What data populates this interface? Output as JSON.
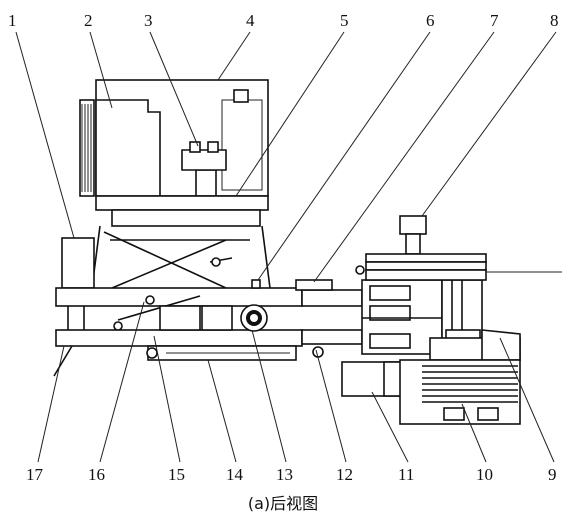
{
  "labels": {
    "l1": "1",
    "l2": "2",
    "l3": "3",
    "l4": "4",
    "l5": "5",
    "l6": "6",
    "l7": "7",
    "l8": "8",
    "l9": "9",
    "l10": "10",
    "l11": "11",
    "l12": "12",
    "l13": "13",
    "l14": "14",
    "l15": "15",
    "l16": "16",
    "l17": "17"
  },
  "caption": "(a)后视图"
}
